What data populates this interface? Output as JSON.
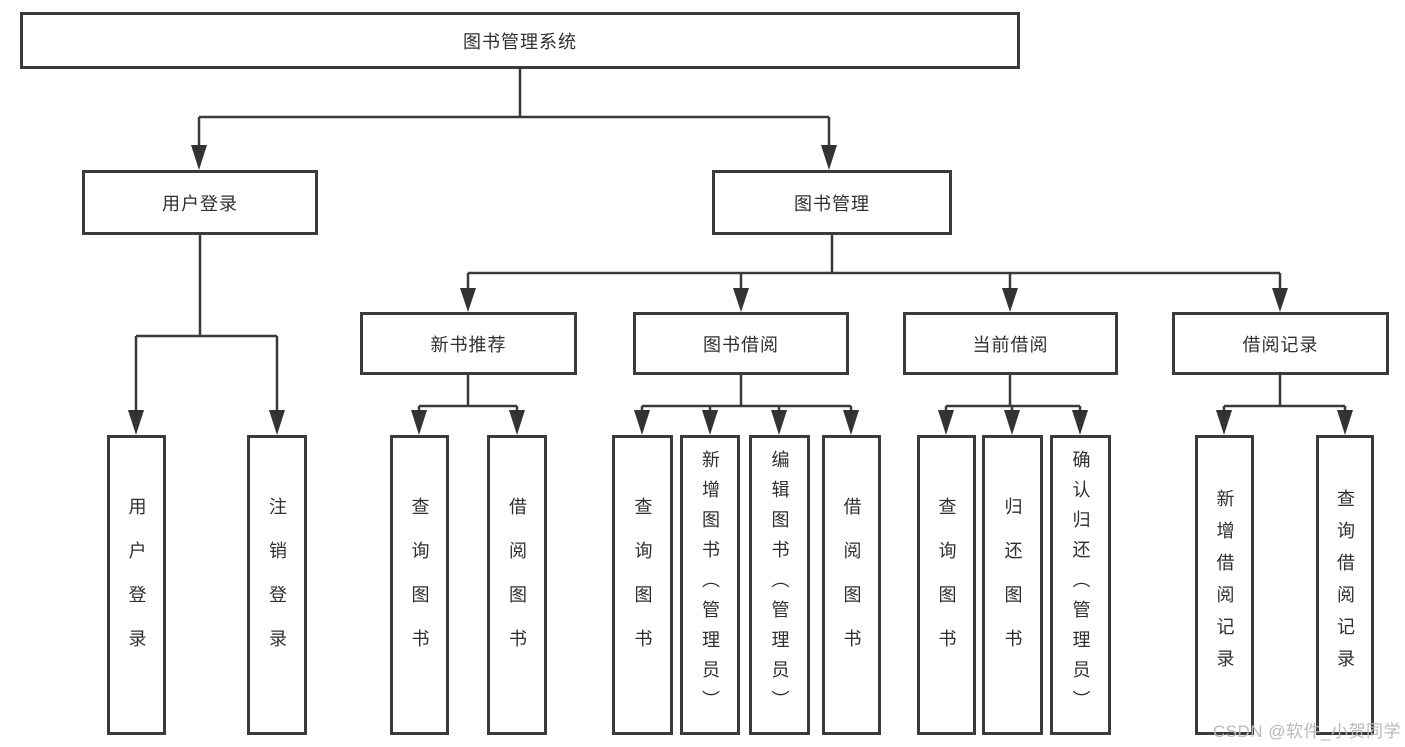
{
  "tree": {
    "root": {
      "label": "图书管理系统"
    },
    "branches": [
      {
        "label": "用户登录",
        "children": [
          {
            "label": "用户登录"
          },
          {
            "label": "注销登录"
          }
        ]
      },
      {
        "label": "图书管理",
        "children": [
          {
            "label": "新书推荐",
            "children": [
              {
                "label": "查询图书"
              },
              {
                "label": "借阅图书"
              }
            ]
          },
          {
            "label": "图书借阅",
            "children": [
              {
                "label": "查询图书"
              },
              {
                "label": "新增图书（管理员）"
              },
              {
                "label": "编辑图书（管理员）"
              },
              {
                "label": "借阅图书"
              }
            ]
          },
          {
            "label": "当前借阅",
            "children": [
              {
                "label": "查询图书"
              },
              {
                "label": "归还图书"
              },
              {
                "label": "确认归还（管理员）"
              }
            ]
          },
          {
            "label": "借阅记录",
            "children": [
              {
                "label": "新增借阅记录"
              },
              {
                "label": "查询借阅记录"
              }
            ]
          }
        ]
      }
    ]
  },
  "watermark": "CSDN @软件_小贺同学",
  "colors": {
    "line": "#3a3a3a",
    "box_border": "#3b3b3b",
    "text": "#2f2f2f",
    "background": "#ffffff",
    "watermark": "#b9b9b9"
  }
}
